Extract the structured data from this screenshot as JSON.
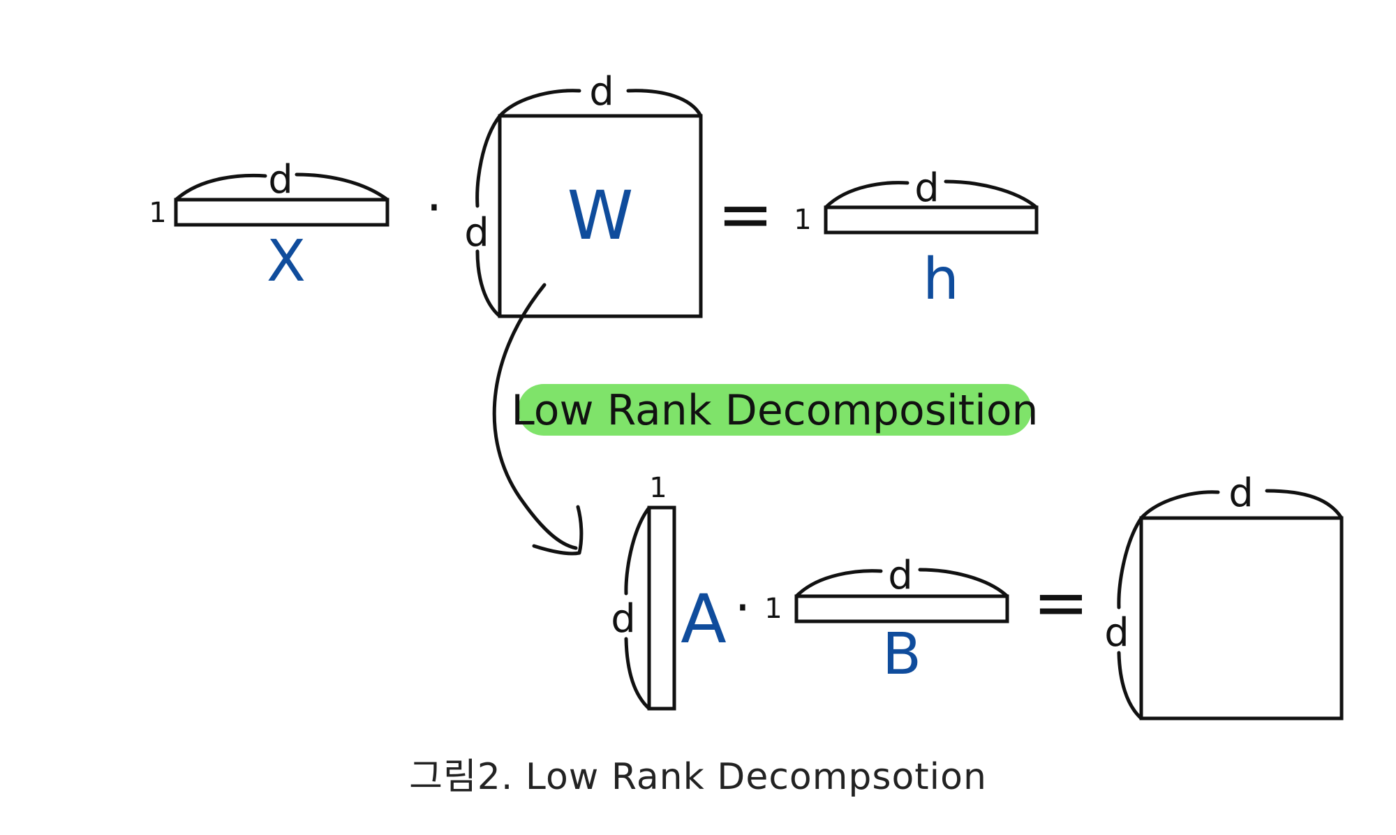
{
  "diagram": {
    "top_equation": {
      "x_row_dim": "1",
      "x_col_dim": "d",
      "x_label": "X",
      "dot": "·",
      "w_row_dim": "d",
      "w_col_dim": "d",
      "w_label": "W",
      "equals": "=",
      "h_row_dim": "1",
      "h_col_dim": "d",
      "h_label": "h"
    },
    "highlight_label": "Low Rank Decomposition",
    "bottom_equation": {
      "a_row_dim": "d",
      "a_col_dim": "1",
      "a_label": "A",
      "dot": "·",
      "b_row_dim": "1",
      "b_col_dim": "d",
      "b_label": "B",
      "equals": "=",
      "result_row_dim": "d",
      "result_col_dim": "d"
    },
    "colors": {
      "ink": "#111111",
      "label_blue": "#0f4c9c",
      "highlight_green": "#7fe36a"
    }
  },
  "caption": "그림2. Low Rank Decompsotion"
}
